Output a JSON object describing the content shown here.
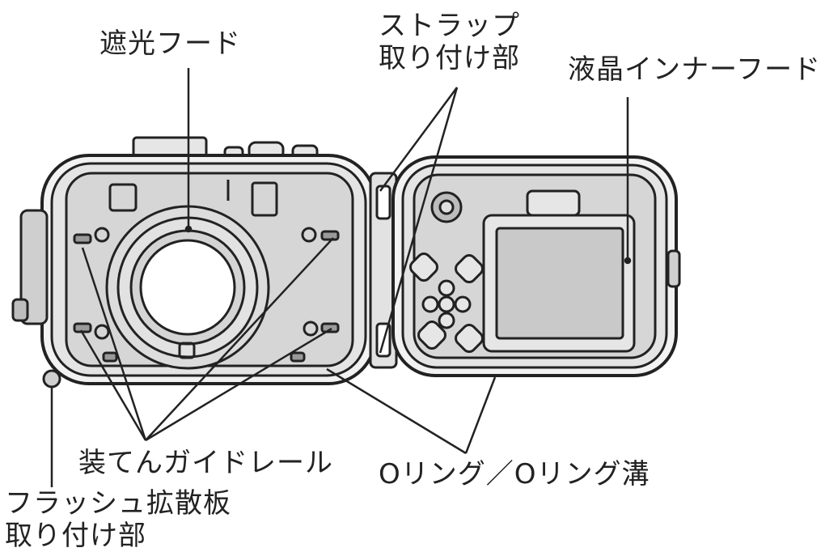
{
  "labels": {
    "light_hood": "遮光フード",
    "strap_mount_line1": "ストラップ",
    "strap_mount_line2": "取り付け部",
    "lcd_inner_hood": "液晶インナーフード",
    "loading_guide_rail": "装てんガイドレール",
    "oring_groove": "Oリング／Oリング溝",
    "flash_diffuser_line1": "フラッシュ拡散板",
    "flash_diffuser_line2": "取り付け部"
  },
  "colors": {
    "ink": "#222222",
    "housing_fill": "#ebebeb",
    "panel_fill": "#d9d9d9",
    "background": "#ffffff"
  }
}
